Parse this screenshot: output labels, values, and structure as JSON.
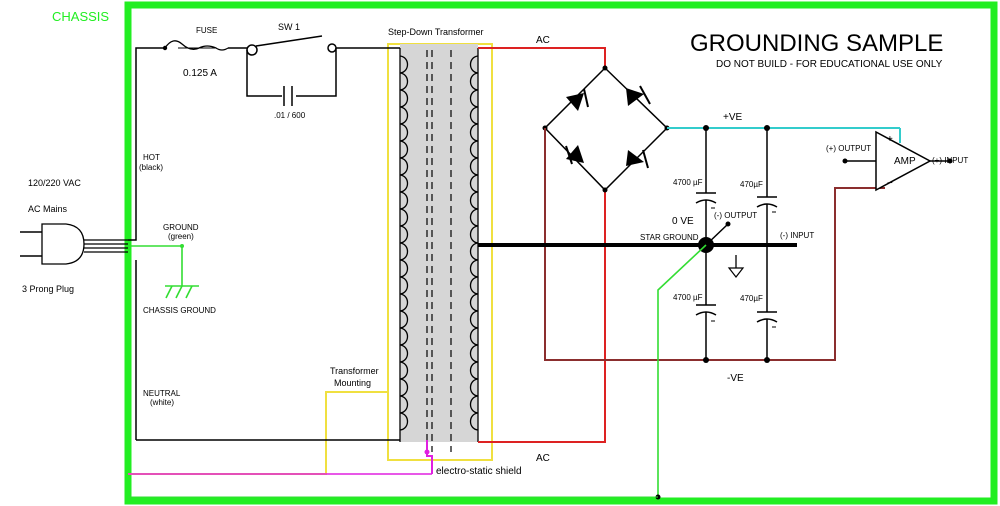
{
  "title": "GROUNDING SAMPLE",
  "subtitle": "DO NOT BUILD - FOR EDUCATIONAL USE ONLY",
  "chassis_label": "CHASSIS",
  "mains": {
    "voltage": "120/220 VAC",
    "label": "AC Mains",
    "plug": "3 Prong Plug"
  },
  "wires": {
    "hot": "HOT",
    "hot_color": "(black)",
    "ground": "GROUND",
    "ground_color": "(green)",
    "neutral": "NEUTRAL",
    "neutral_color": "(white)",
    "chassis_ground": "CHASSIS GROUND"
  },
  "fuse": {
    "label": "FUSE",
    "rating": "0.125 A"
  },
  "switch": {
    "label": "SW 1",
    "capacitor": ".01 / 600"
  },
  "transformer": {
    "title": "Step-Down Transformer",
    "mounting_line1": "Transformer",
    "mounting_line2": "Mounting",
    "shield": "electro-static shield"
  },
  "ac_top": "AC",
  "ac_bottom": "AC",
  "rails": {
    "positive": "+VE",
    "zero": "0 VE",
    "negative": "-VE",
    "star_ground": "STAR GROUND"
  },
  "capacitors": {
    "c1": "4700 µF",
    "c2": "470µF",
    "c3": "4700 µF",
    "c4": "470µF"
  },
  "amp": {
    "label": "AMP",
    "plus": "+",
    "minus": "−",
    "pos_output": "(+) OUTPUT",
    "pos_input": "(+) INPUT",
    "neg_output": "(-) OUTPUT",
    "neg_input": "(-) INPUT"
  },
  "colors": {
    "chassis": "#22ee22",
    "ground_wire": "#33dd33",
    "ac_red": "#dd2222",
    "negative_rail": "#8b2e2e",
    "positive_rail": "#33cccc",
    "mounting": "#f0e040",
    "shield": "#e020e0",
    "transformer_fill": "#d6d6d6"
  }
}
